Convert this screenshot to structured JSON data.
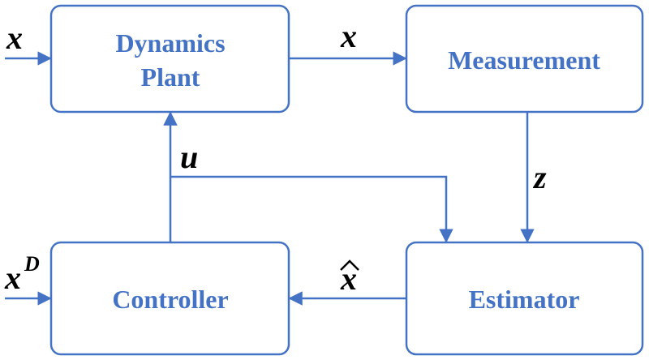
{
  "colors": {
    "box_stroke": "#4472c4",
    "box_text": "#4472c4",
    "arrow": "#4472c4",
    "var_text": "#000000"
  },
  "blocks": {
    "plant": {
      "line1": "Dynamics",
      "line2": "Plant"
    },
    "measurement": {
      "label": "Measurement"
    },
    "controller": {
      "label": "Controller"
    },
    "estimator": {
      "label": "Estimator"
    }
  },
  "signals": {
    "input_state": "x",
    "plant_output": "x",
    "control": "u",
    "measurement": "z",
    "estimate": "x",
    "desired_base": "x",
    "desired_sup": "D"
  }
}
